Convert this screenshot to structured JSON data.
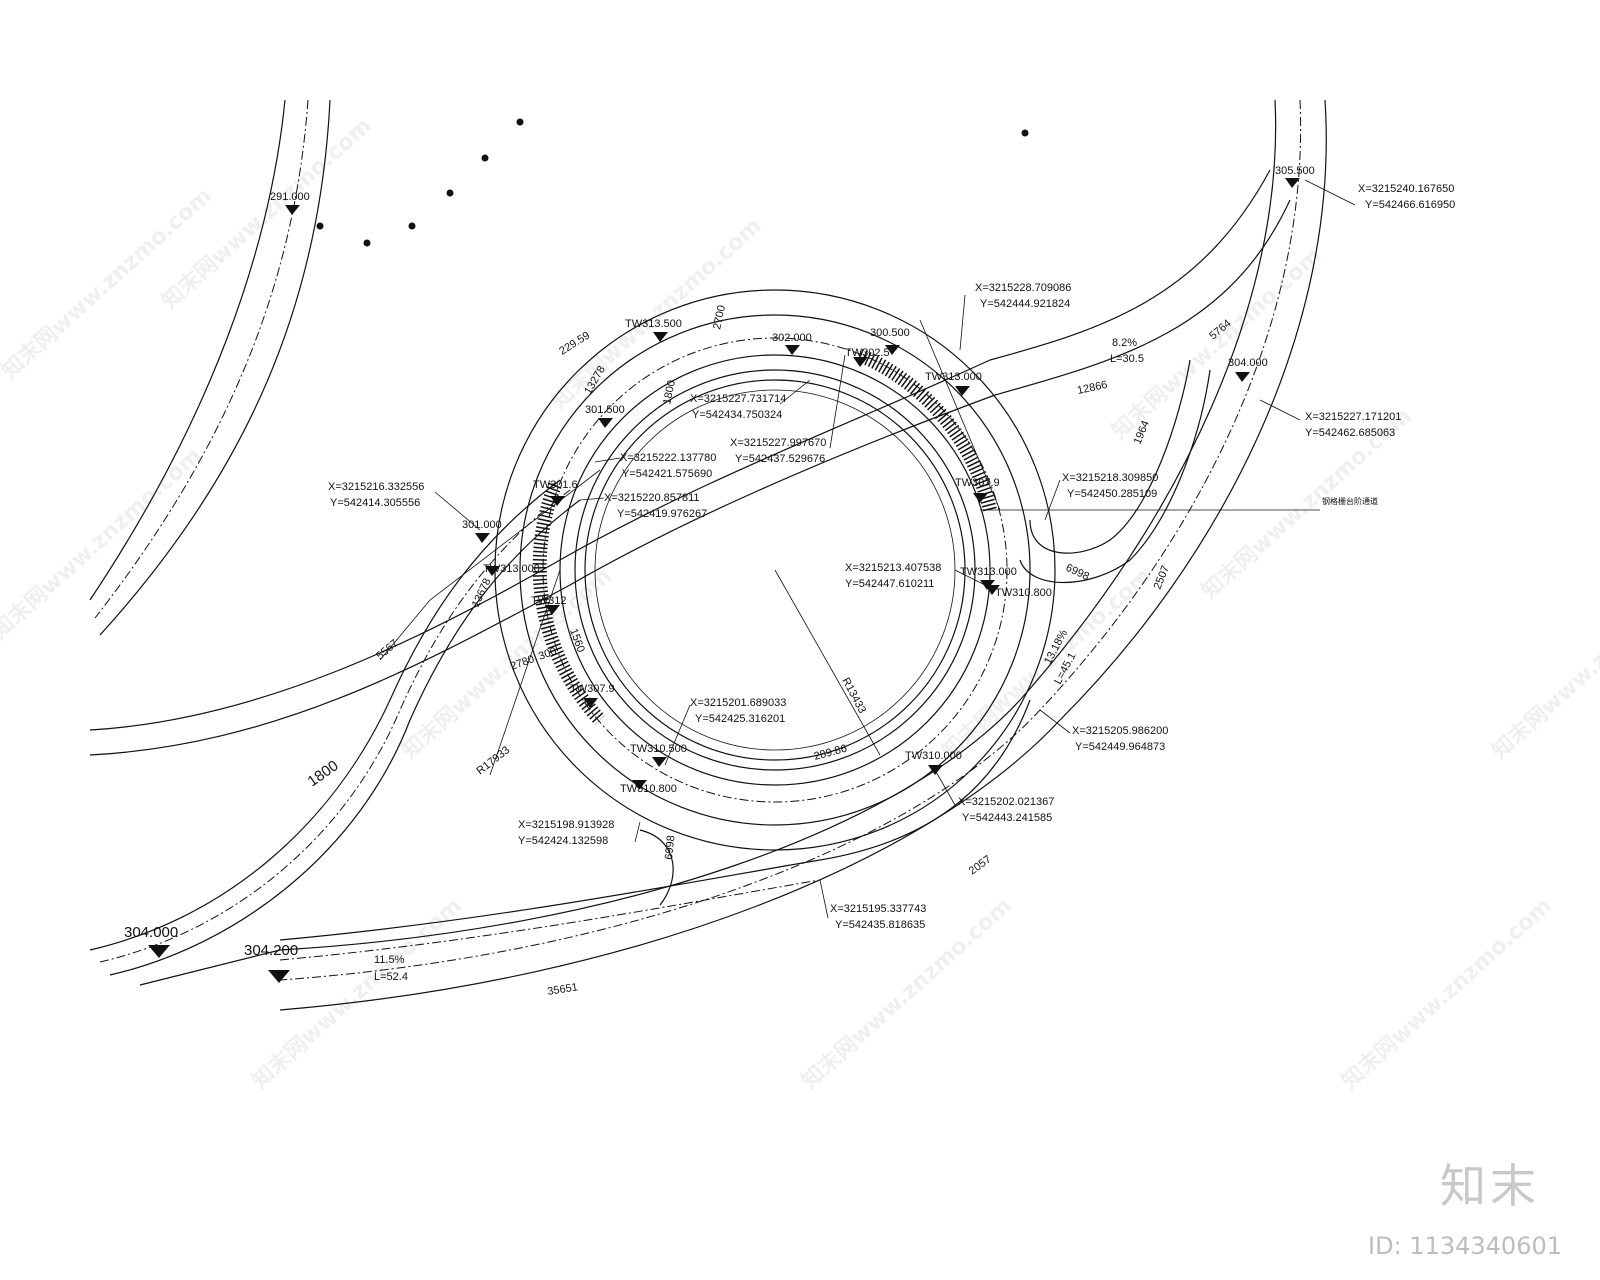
{
  "brand": "知末",
  "doc_id": "ID: 1134340601",
  "watermark": "知末网www.znzmo.com",
  "stair_note": "钢格栅台阶通道",
  "coordinates": [
    {
      "x": "X=3215240.167650",
      "y": "Y=542466.616950"
    },
    {
      "x": "X=3215228.709086",
      "y": "Y=542444.921824"
    },
    {
      "x": "X=3215227.731714",
      "y": "Y=542434.750324"
    },
    {
      "x": "X=3215227.997670",
      "y": "Y=542437.529676"
    },
    {
      "x": "X=3215227.171201",
      "y": "Y=542462.685063"
    },
    {
      "x": "X=3215222.137780",
      "y": "Y=542421.575690"
    },
    {
      "x": "X=3215220.857811",
      "y": "Y=542419.976267"
    },
    {
      "x": "X=3215216.332556",
      "y": "Y=542414.305556"
    },
    {
      "x": "X=3215218.309850",
      "y": "Y=542450.285109"
    },
    {
      "x": "X=3215213.407538",
      "y": "Y=542447.610211"
    },
    {
      "x": "X=3215205.986200",
      "y": "Y=542449.964873"
    },
    {
      "x": "X=3215201.689033",
      "y": "Y=542425.316201"
    },
    {
      "x": "X=3215202.021367",
      "y": "Y=542443.241585"
    },
    {
      "x": "X=3215198.913928",
      "y": "Y=542424.132598"
    },
    {
      "x": "X=3215195.337743",
      "y": "Y=542435.818635"
    }
  ],
  "elevations": [
    "291.000",
    "305.500",
    "304.000",
    "302.000",
    "300.500",
    "301.500",
    "301.000",
    "304.000",
    "304.200",
    "TW313.500",
    "TW313.000",
    "TW302.5",
    "TW313.000",
    "TW307.9",
    "TW301.6",
    "TW312",
    "TW310.800",
    "TW313.000",
    "TW307.9",
    "TW310.500",
    "TW310.800",
    "TW310.000"
  ],
  "dimensions": [
    "229.59",
    "2700",
    "1800",
    "13278",
    "8.2%",
    "L=30.5",
    "12866",
    "5764",
    "1964",
    "6998",
    "2507",
    "13.18%",
    "L=45.1",
    "6998",
    "2057",
    "35651",
    "11.5%",
    "L=52.4",
    "1800",
    "R17933",
    "R13433",
    "289.86",
    "2780",
    "300",
    "1560",
    "5567",
    "13678"
  ]
}
